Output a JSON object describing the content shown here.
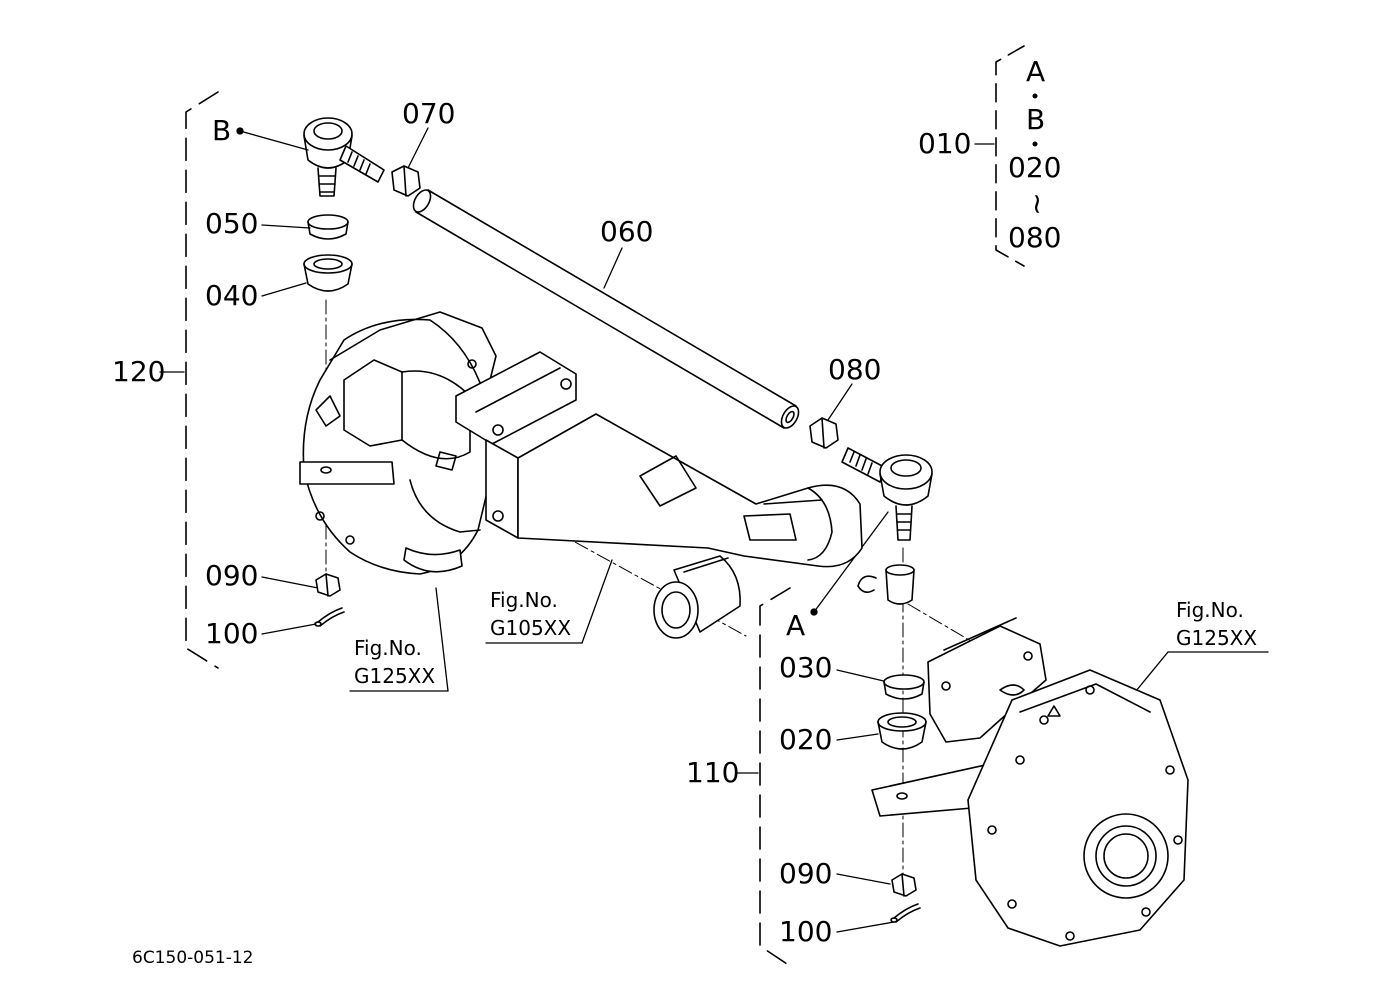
{
  "callouts": {
    "c010": "010",
    "c020": "020",
    "c030": "030",
    "c040": "040",
    "c050": "050",
    "c060": "060",
    "c070": "070",
    "c080": "080",
    "c090": "090",
    "c100": "100",
    "c110": "110",
    "c120": "120"
  },
  "set_bracket": {
    "line1": "A",
    "line2": "B",
    "line3": "020",
    "line4": "~",
    "line5": "080"
  },
  "ref_points": {
    "a": "A",
    "b": "B"
  },
  "fig_refs": {
    "fig_no": "Fig.No.",
    "left_axle": "G125XX",
    "center_axle": "G105XX",
    "right_axle": "G125XX"
  },
  "drawing_code": "6C150-051-12"
}
